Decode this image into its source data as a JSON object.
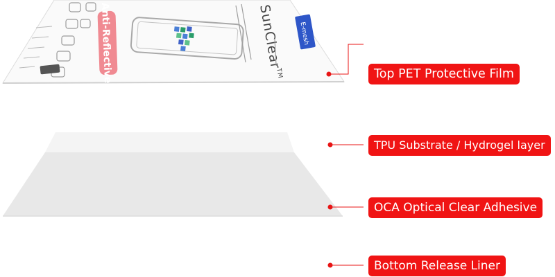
{
  "layers": [
    {
      "id": "top",
      "label": "Top PET Protective Film"
    },
    {
      "id": "tpu",
      "label": "TPU Substrate / Hydrogel layer"
    },
    {
      "id": "oca",
      "label": "OCA Optical Clear Adhesive"
    },
    {
      "id": "bottom",
      "label": "Bottom Release Liner"
    }
  ],
  "packaging": {
    "product_name": "SunClear",
    "trademark": "TM",
    "feature_badge": "Anti-Reflective",
    "brand": "E-mesh"
  },
  "colors": {
    "label_bg": "#f01414",
    "label_text": "#ffffff",
    "connector": "#e81515",
    "film_gray": "#e8e8e8",
    "film_light": "#f3f3f3",
    "badge_pink": "#f08a92",
    "brand_blue": "#2e56c8"
  }
}
